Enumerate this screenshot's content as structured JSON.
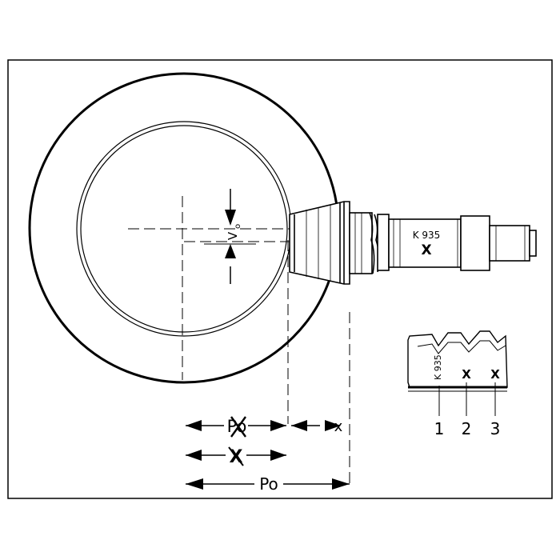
{
  "drawing": {
    "labels": {
      "po_crossed": "Po",
      "x_small": "x",
      "x_crossed": "X",
      "po": "Po",
      "v": "V",
      "v_sub": "o"
    },
    "gear_marking": {
      "code": "K 935",
      "mark": "X"
    },
    "tooth_detail": {
      "code": "K 935",
      "marks": [
        "X",
        "X"
      ],
      "callouts": [
        "1",
        "2",
        "3"
      ]
    }
  }
}
